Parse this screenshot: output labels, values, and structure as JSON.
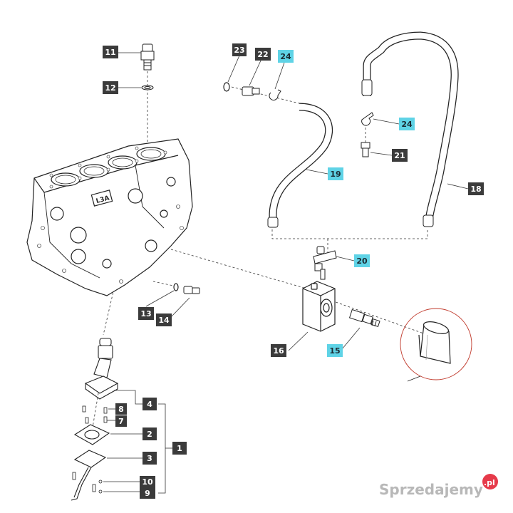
{
  "diagram": {
    "callouts": [
      {
        "id": "c11",
        "text": "11",
        "style": "dark"
      },
      {
        "id": "c12",
        "text": "12",
        "style": "dark"
      },
      {
        "id": "c23",
        "text": "23",
        "style": "dark"
      },
      {
        "id": "c22",
        "text": "22",
        "style": "dark"
      },
      {
        "id": "c24a",
        "text": "24",
        "style": "cyan"
      },
      {
        "id": "c24b",
        "text": "24",
        "style": "cyan"
      },
      {
        "id": "c21",
        "text": "21",
        "style": "dark"
      },
      {
        "id": "c19",
        "text": "19",
        "style": "cyan"
      },
      {
        "id": "c18",
        "text": "18",
        "style": "dark"
      },
      {
        "id": "c20",
        "text": "20",
        "style": "cyan"
      },
      {
        "id": "c13",
        "text": "13",
        "style": "dark"
      },
      {
        "id": "c14",
        "text": "14",
        "style": "dark"
      },
      {
        "id": "c16",
        "text": "16",
        "style": "dark"
      },
      {
        "id": "c15",
        "text": "15",
        "style": "cyan"
      },
      {
        "id": "c4",
        "text": "4",
        "style": "dark"
      },
      {
        "id": "c8",
        "text": "8",
        "style": "dark"
      },
      {
        "id": "c7",
        "text": "7",
        "style": "dark"
      },
      {
        "id": "c2",
        "text": "2",
        "style": "dark"
      },
      {
        "id": "c3",
        "text": "3",
        "style": "dark"
      },
      {
        "id": "c1",
        "text": "1",
        "style": "dark"
      },
      {
        "id": "c10",
        "text": "10",
        "style": "dark"
      },
      {
        "id": "c9",
        "text": "9",
        "style": "dark"
      }
    ],
    "block_marking": "L3A"
  },
  "watermark": {
    "brand": "Sprzedajemy",
    "tld": ".pl"
  },
  "colors": {
    "dark_label": "#3b3b3b",
    "cyan_label": "#5fd3e6",
    "line": "#222222",
    "filter_ring": "#c0392b",
    "watermark_badge": "#e63a4a"
  }
}
